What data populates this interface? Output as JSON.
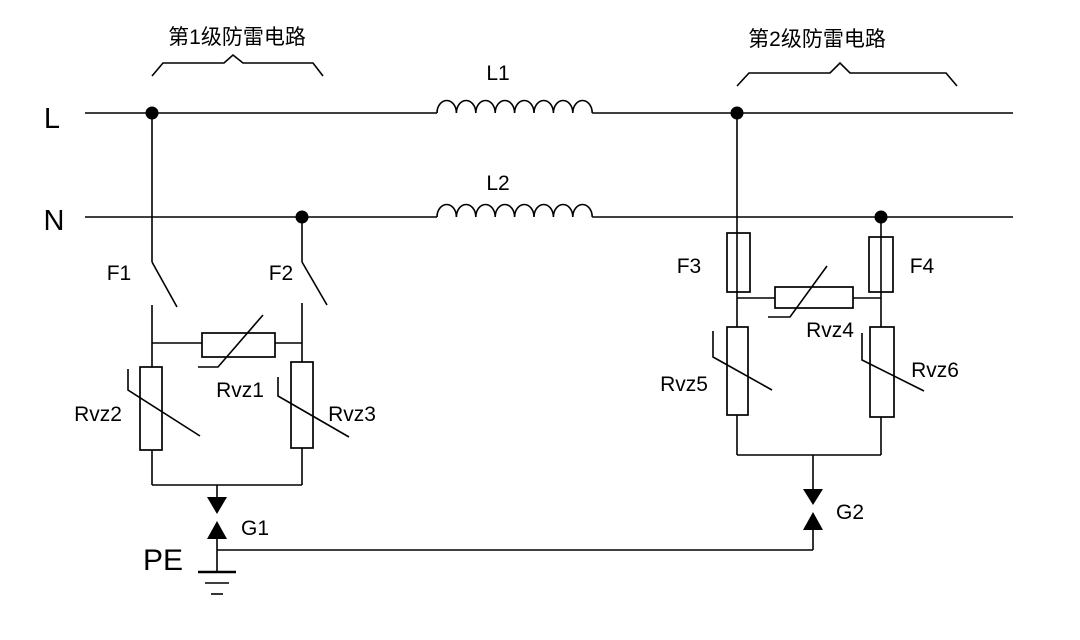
{
  "colors": {
    "ink": "#000000",
    "background": "#ffffff"
  },
  "stages": {
    "stage1_label": "第1级防雷电路",
    "stage2_label": "第2级防雷电路"
  },
  "power_lines": {
    "live": "L",
    "neutral": "N",
    "protective_earth": "PE"
  },
  "inductors": {
    "l1": "L1",
    "l2": "L2"
  },
  "fuses": {
    "f1": "F1",
    "f2": "F2",
    "f3": "F3",
    "f4": "F4"
  },
  "varistors": {
    "rvz1": "Rvz1",
    "rvz2": "Rvz2",
    "rvz3": "Rvz3",
    "rvz4": "Rvz4",
    "rvz5": "Rvz5",
    "rvz6": "Rvz6"
  },
  "spark_gaps": {
    "g1": "G1",
    "g2": "G2"
  }
}
